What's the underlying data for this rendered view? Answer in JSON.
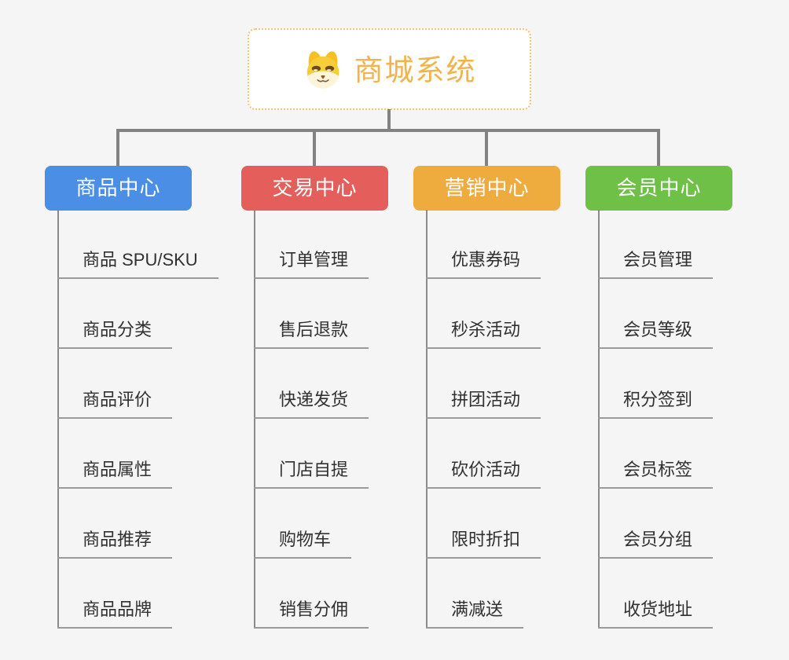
{
  "page": {
    "background_color": "#f5f5f6",
    "connector_color": "#828282",
    "underline_color": "#9a9a9a"
  },
  "root": {
    "title": "商城系统",
    "accent_color": "#f2b24c",
    "border_color": "#f3c377",
    "icon": "shiba-dog-icon"
  },
  "categories": [
    {
      "label": "商品中心",
      "color": "#4a8ee6",
      "children": [
        "商品 SPU/SKU",
        "商品分类",
        "商品评价",
        "商品属性",
        "商品推荐",
        "商品品牌"
      ]
    },
    {
      "label": "交易中心",
      "color": "#e45f5c",
      "children": [
        "订单管理",
        "售后退款",
        "快递发货",
        "门店自提",
        "购物车",
        "销售分佣"
      ]
    },
    {
      "label": "营销中心",
      "color": "#eeab3e",
      "children": [
        "优惠券码",
        "秒杀活动",
        "拼团活动",
        "砍价活动",
        "限时折扣",
        "满减送"
      ]
    },
    {
      "label": "会员中心",
      "color": "#6ec047",
      "children": [
        "会员管理",
        "会员等级",
        "积分签到",
        "会员标签",
        "会员分组",
        "收货地址"
      ]
    }
  ]
}
